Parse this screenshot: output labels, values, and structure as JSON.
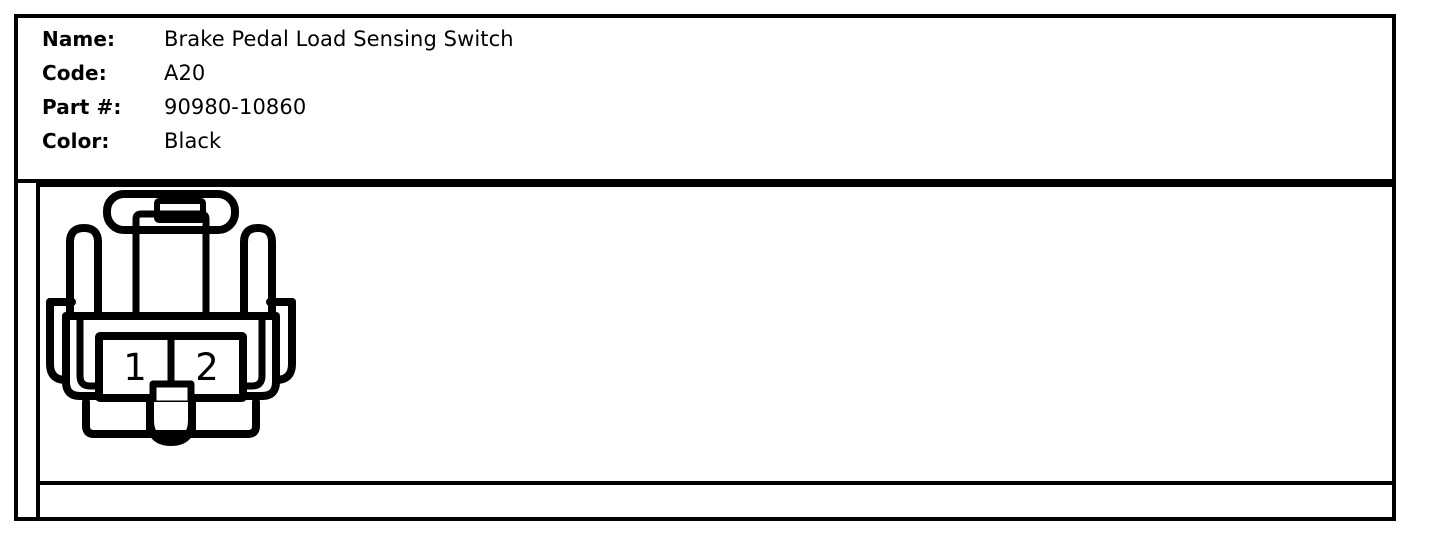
{
  "document": {
    "type": "connector-datasheet"
  },
  "info": {
    "rows": [
      {
        "label": "Name:",
        "value": "Brake Pedal Load Sensing Switch"
      },
      {
        "label": "Code:",
        "value": "A20"
      },
      {
        "label": "Part #:",
        "value": "90980-10860"
      },
      {
        "label": "Color:",
        "value": "Black"
      }
    ]
  },
  "connector": {
    "alt": "Two-cavity automotive connector face view",
    "pins": [
      {
        "number": "1"
      },
      {
        "number": "2"
      }
    ],
    "line_color": "#000000",
    "fill_color": "#ffffff"
  }
}
